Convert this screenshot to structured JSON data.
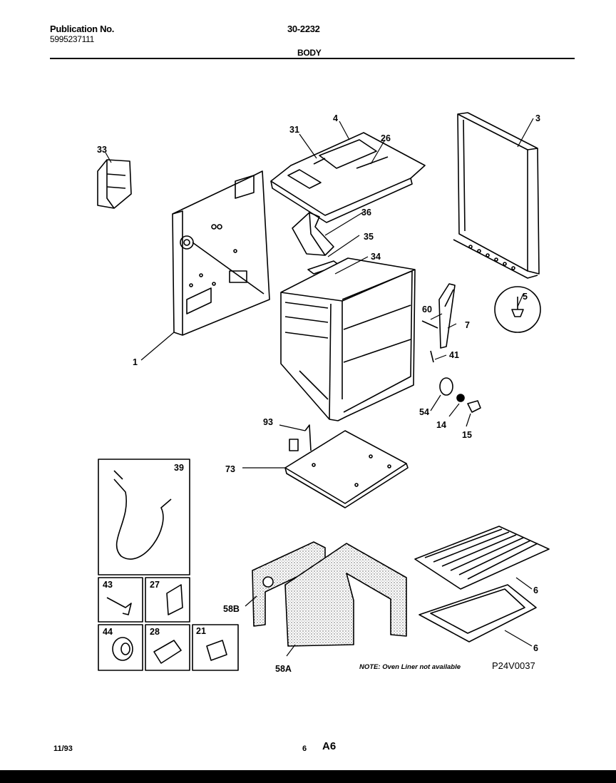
{
  "header": {
    "publication_label": "Publication No.",
    "publication_number": "5995237111",
    "model": "30-2232",
    "section_title": "BODY"
  },
  "callouts": {
    "c1": "1",
    "c3": "3",
    "c4": "4",
    "c5": "5",
    "c6a": "6",
    "c6b": "6",
    "c7": "7",
    "c14": "14",
    "c15": "15",
    "c21": "21",
    "c26": "26",
    "c27": "27",
    "c28": "28",
    "c31": "31",
    "c33": "33",
    "c34": "34",
    "c35": "35",
    "c36": "36",
    "c39": "39",
    "c41": "41",
    "c43": "43",
    "c44": "44",
    "c54": "54",
    "c58a": "58A",
    "c58b": "58B",
    "c60": "60",
    "c73": "73",
    "c93": "93"
  },
  "note": "NOTE: Oven Liner not available",
  "diagram_code": "P24V0037",
  "footer": {
    "date": "11/93",
    "page_number": "6",
    "page_code": "A6"
  },
  "colors": {
    "ink": "#000000",
    "paper": "#ffffff",
    "shade": "#dcdcdc"
  }
}
